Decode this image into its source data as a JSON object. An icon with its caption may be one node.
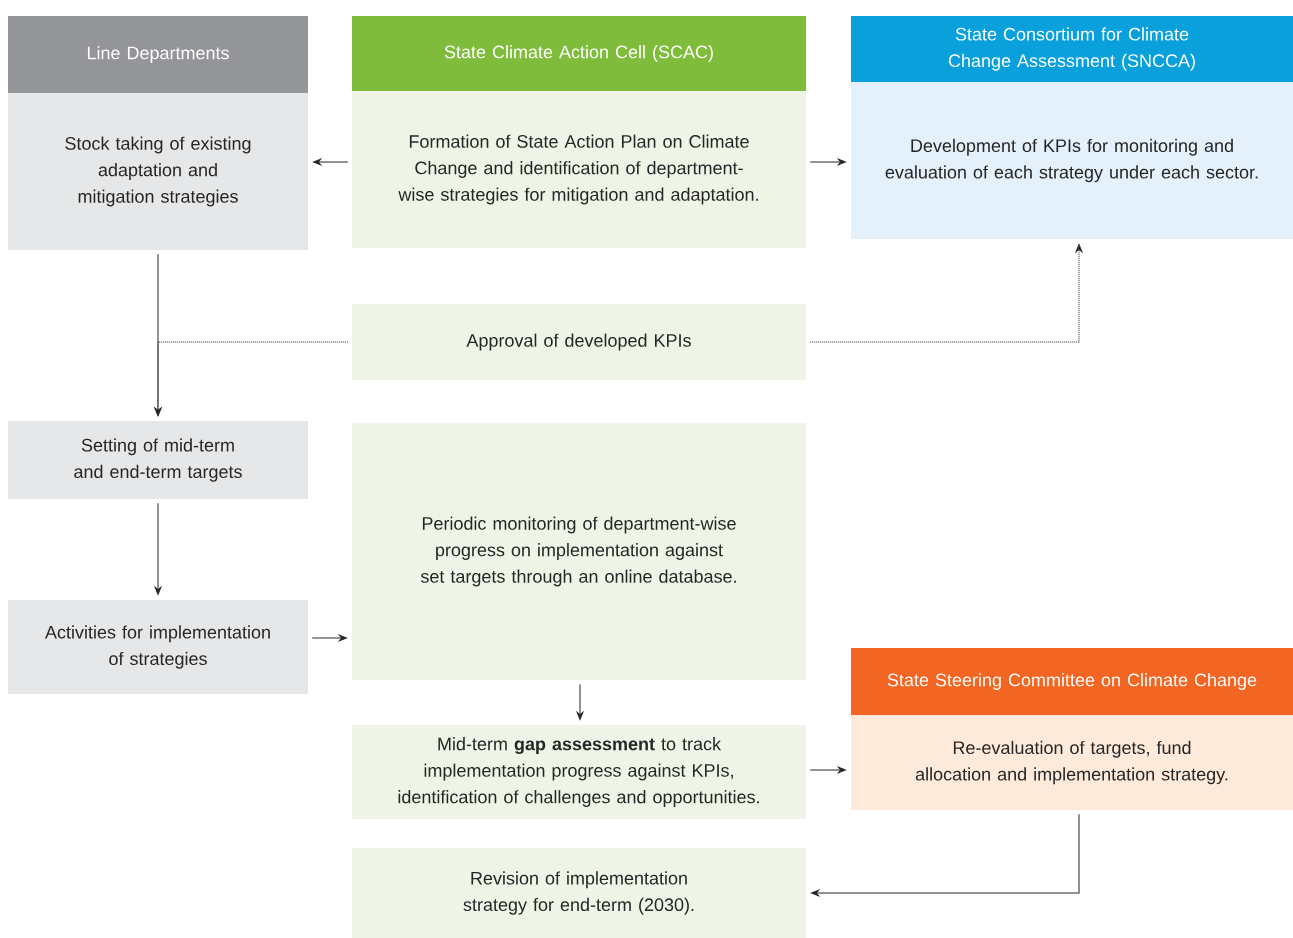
{
  "diagram": {
    "nodes": [
      {
        "text": [
          "Line Departments",
          "Stock taking of existing adaptation and mitigation strategies"
        ]
      },
      {
        "text": [
          "State Climate Action Cell (SCAC)",
          "Formation of State Action Plan on Climate Change and identification of department-wise strategies for mitigation and adaptation."
        ]
      },
      {
        "text": [
          "State Consortium for Climate Change Assessment (SNCCA)",
          "Development of KPIs for monitoring and evaluation of each strategy under each sector."
        ]
      },
      {
        "text": [
          "Approval of developed KPIs"
        ]
      },
      {
        "text": [
          "Setting of mid-term and end-term targets"
        ]
      },
      {
        "text": [
          "Periodic monitoring of department-wise progress on implementation against set targets through an online database."
        ]
      },
      {
        "text": [
          "Activities for implementation of strategies"
        ]
      },
      {
        "text": [
          "Mid-term **gap assessment** to track implementation progress against KPIs, identification of challenges and opportunities."
        ]
      },
      {
        "text": [
          "State Steering Committee on Climate Change",
          "Re-evaluation of targets, fund allocation and implementation strategy."
        ]
      },
      {
        "text": [
          "Revision of implementation strategy for end-term (2030)."
        ]
      }
    ],
    "edges": [
      {
        "from": 1,
        "to": 0,
        "arrow": "to"
      },
      {
        "from": 1,
        "to": 2,
        "arrow": "to"
      },
      {
        "from": 0,
        "to": 4,
        "arrow": "to"
      },
      {
        "from": 3,
        "to": 4,
        "arrow": "to",
        "style": "dashed"
      },
      {
        "from": 3,
        "to": 2,
        "arrow": "to",
        "style": "dashed"
      },
      {
        "from": 4,
        "to": 6,
        "arrow": "to"
      },
      {
        "from": 6,
        "to": 5,
        "arrow": "to"
      },
      {
        "from": 5,
        "to": 7,
        "arrow": "to"
      },
      {
        "from": 7,
        "to": 8,
        "arrow": "to"
      },
      {
        "from": 8,
        "to": 9,
        "arrow": "to"
      }
    ]
  }
}
